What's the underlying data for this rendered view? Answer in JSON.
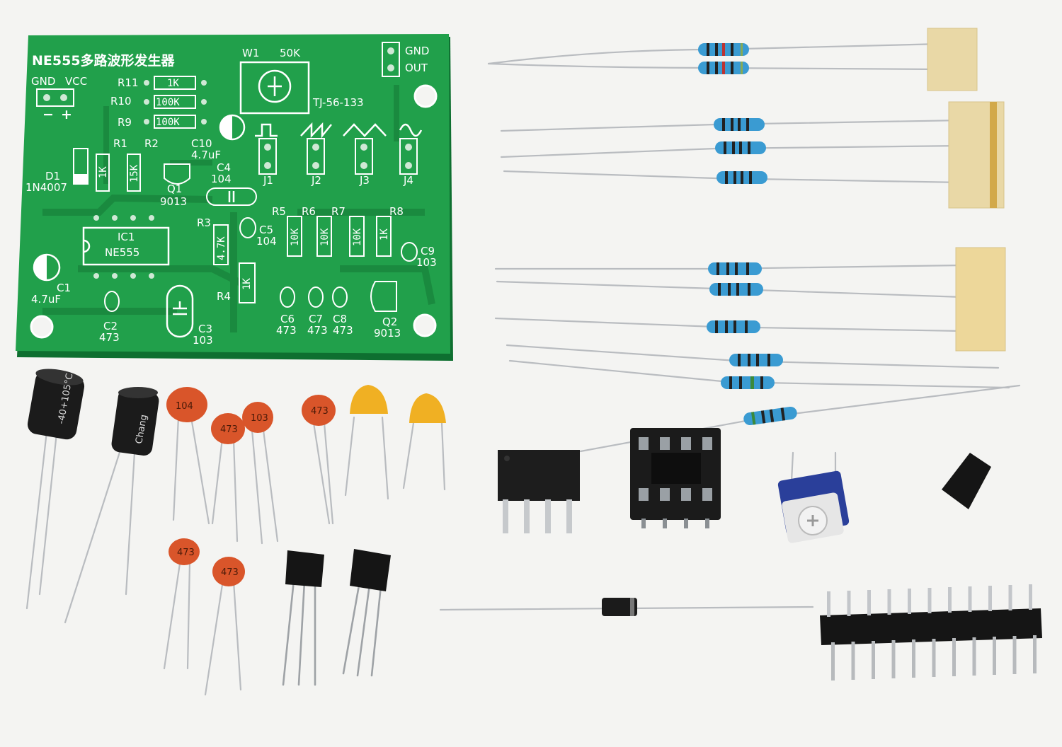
{
  "pcb": {
    "title": "NE555多路波形发生器",
    "labels": {
      "w1": "W1",
      "w1_value": "50K",
      "gnd_top": "GND",
      "out": "OUT",
      "gnd": "GND",
      "vcc": "VCC",
      "minus": "−",
      "plus": "+",
      "r11": "R11",
      "r10": "R10",
      "r9": "R9",
      "r11_value": "1K",
      "r10_value": "100K",
      "r9_value": "100K",
      "part_code": "TJ-56-133",
      "r1": "R1",
      "r2": "R2",
      "r1_value": "1K",
      "r2_value": "15K",
      "c10": "C10",
      "c10_value": "4.7uF",
      "d1": "D1",
      "d1_value": "1N4007",
      "q1": "Q1",
      "q1_value": "9013",
      "c4": "C4",
      "c4_value": "104",
      "j1": "J1",
      "j2": "J2",
      "j3": "J3",
      "j4": "J4",
      "ic1": "IC1",
      "ic1_value": "NE555",
      "r3": "R3",
      "r3_value": "4.7K",
      "r4": "R4",
      "r4_value": "1K",
      "c5": "C5",
      "c5_value": "104",
      "r5": "R5",
      "r6": "R6",
      "r7": "R7",
      "r8": "R8",
      "r5_value": "10K",
      "r6_value": "10K",
      "r7_value": "10K",
      "r8_value": "1K",
      "c9": "C9",
      "c9_value": "103",
      "c1": "C1",
      "c1_value": "4.7uF",
      "c2": "C2",
      "c2_value": "473",
      "c3": "C3",
      "c3_value": "103",
      "c6": "C6",
      "c7": "C7",
      "c8": "C8",
      "c6_value": "473",
      "c7_value": "473",
      "c8_value": "473",
      "q2": "Q2",
      "q2_value": "9013"
    }
  },
  "components": {
    "cap_104": "104",
    "cap_473": "473",
    "cap_103": "103",
    "elec_cap_1_mark": "-40+105°C",
    "elec_cap_2_mark": "Chang"
  },
  "colors": {
    "pcb_green": "#1f9e48",
    "silkscreen": "#ffffff",
    "resistor_body": "#3a9bd2",
    "ceramic_cap": "#d9552a",
    "yellow_cap": "#f0b023",
    "tape": "#e9d8a6"
  }
}
